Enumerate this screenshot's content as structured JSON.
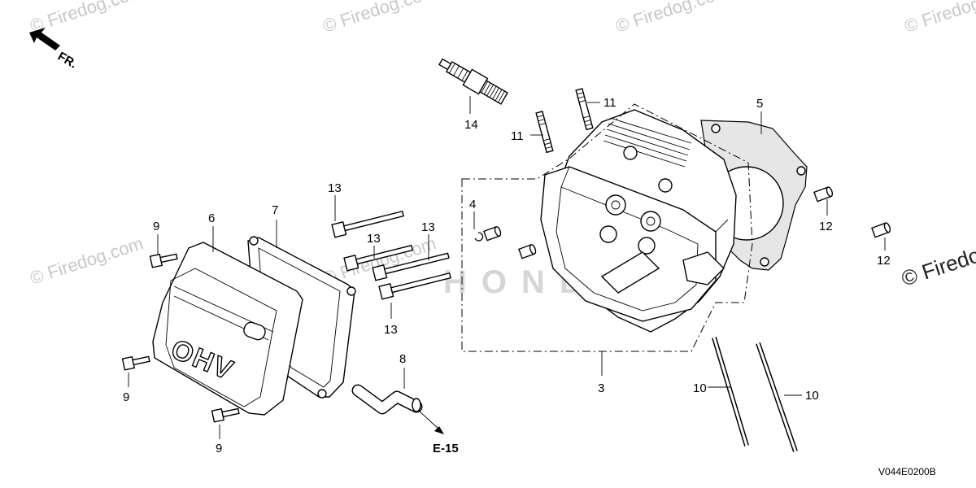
{
  "watermarks": {
    "small": "© Firedog.com",
    "edge": "© Firedo",
    "logo": "HONDA"
  },
  "orientation": {
    "label": "FR."
  },
  "callouts": {
    "p3": "3",
    "p4": "4",
    "p5": "5",
    "p6": "6",
    "p7": "7",
    "p8": "8",
    "p9a": "9",
    "p9b": "9",
    "p9c": "9",
    "p10a": "10",
    "p10b": "10",
    "p11a": "11",
    "p11b": "11",
    "p12a": "12",
    "p12b": "12",
    "p13a": "13",
    "p13b": "13",
    "p13c": "13",
    "p13d": "13",
    "p14": "14"
  },
  "cover_text": "OHV",
  "reference": {
    "label": "E-15"
  },
  "diagram_code": "V044E0200B"
}
